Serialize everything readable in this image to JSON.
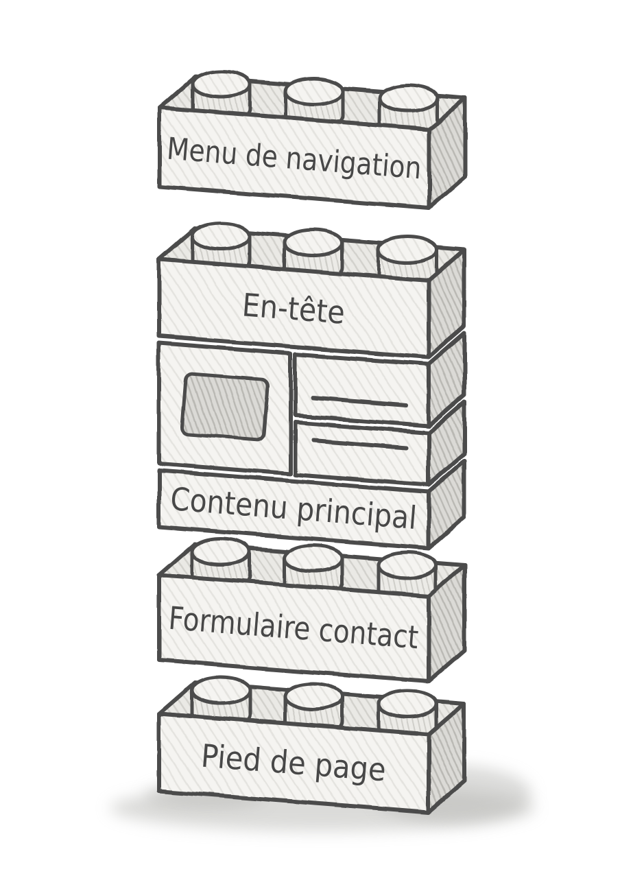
{
  "bricks": {
    "menu": {
      "label": "Menu de navigation"
    },
    "entete": {
      "label": "En-tête"
    },
    "contenu": {
      "label": "Contenu principal"
    },
    "formulaire": {
      "label": "Formulaire contact"
    },
    "pied": {
      "label": "Pied de page"
    }
  },
  "content_row": {
    "image_placeholder_icon": "image-placeholder",
    "text_line_count": 2
  },
  "style": {
    "studs_per_brick": 3,
    "colors": {
      "background": "#ffffff",
      "outline": "#4b4b4b",
      "brick_front": "#f5f4f1",
      "brick_top": "#eae9e5",
      "brick_side": "#dbdad6",
      "ground_shadow": "#c6c6c3",
      "label_text": "#474747"
    }
  }
}
